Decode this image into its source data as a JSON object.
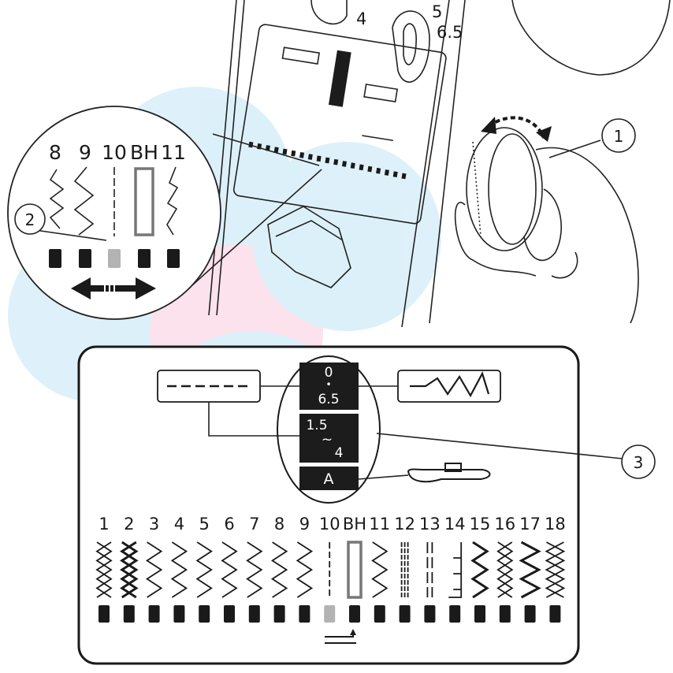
{
  "machine": {
    "top_dial_labels": [
      "4",
      "5",
      "6.5"
    ]
  },
  "zoom_panel": {
    "numbers": [
      "8",
      "9",
      "10",
      "BH",
      "11"
    ],
    "selected_index": 2
  },
  "panel": {
    "length_box": {
      "top": "0",
      "dot": "•",
      "bottom": "6.5"
    },
    "width_box": {
      "top": "1.5",
      "tilde": "~",
      "bottom": "4"
    },
    "foot_box": {
      "label": "A"
    },
    "stitch_numbers": [
      "1",
      "2",
      "3",
      "4",
      "5",
      "6",
      "7",
      "8",
      "9",
      "10",
      "BH",
      "11",
      "12",
      "13",
      "14",
      "15",
      "16",
      "17",
      "18"
    ],
    "selected_index": 9
  },
  "callouts": {
    "c1": "1",
    "c2": "2",
    "c3": "3"
  },
  "colors": {
    "accent_blue": "#2fa8e0",
    "accent_pink": "#e8548f",
    "selected_marker": "#b3b3b3",
    "box_fill": "#1c1c1c"
  }
}
